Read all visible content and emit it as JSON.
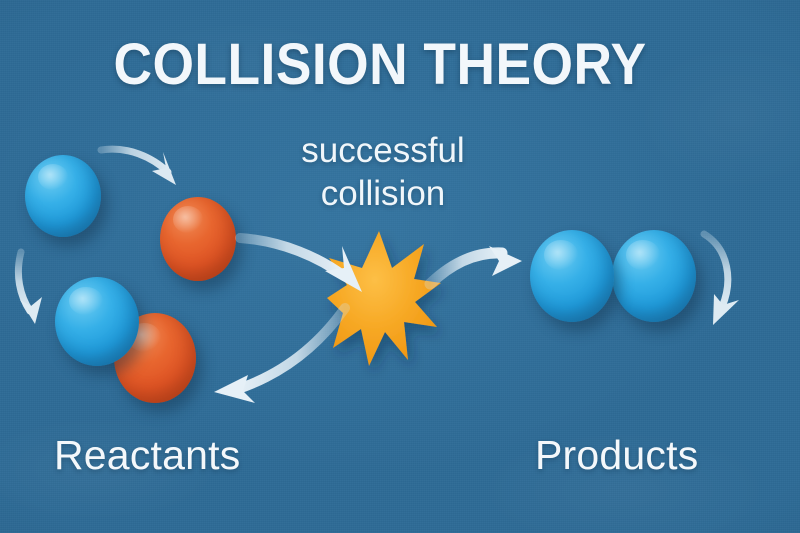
{
  "poster": {
    "title": "COLLISION THEORY",
    "background_color": "#2e6b96",
    "subtitle": {
      "line1": "successful",
      "line2": "collision"
    },
    "captions": {
      "left": "Reactants",
      "right": "Products"
    }
  },
  "colors": {
    "background": "#2e6b96",
    "text": "#f4f8fb",
    "atom_blue": "#29a8e0",
    "atom_orange": "#de5324",
    "burst_yellow": "#f5a623",
    "arrow": "#cfdfe9"
  },
  "molecules": {
    "reactants": [
      {
        "name": "reactant-blue-1",
        "element_color": "atom_blue"
      },
      {
        "name": "reactant-orange-1",
        "element_color": "atom_orange"
      },
      {
        "name": "reactant-blue-2",
        "element_color": "atom_blue"
      },
      {
        "name": "reactant-orange-2",
        "element_color": "atom_orange"
      }
    ],
    "products": [
      {
        "name": "product-blue-left",
        "element_color": "atom_blue"
      },
      {
        "name": "product-blue-right",
        "element_color": "atom_blue"
      }
    ]
  },
  "icons": {
    "burst": "collision-burst-icon",
    "arrow_top_left": "curved-arrow-right-icon",
    "arrow_left": "curved-arrow-down-icon",
    "arrow_to_burst_top": "curved-arrow-to-collision-icon",
    "arrow_from_burst_left": "curved-arrow-back-to-reactants-icon",
    "arrow_to_products": "curved-arrow-to-products-icon",
    "arrow_right": "curved-arrow-down-right-icon"
  }
}
